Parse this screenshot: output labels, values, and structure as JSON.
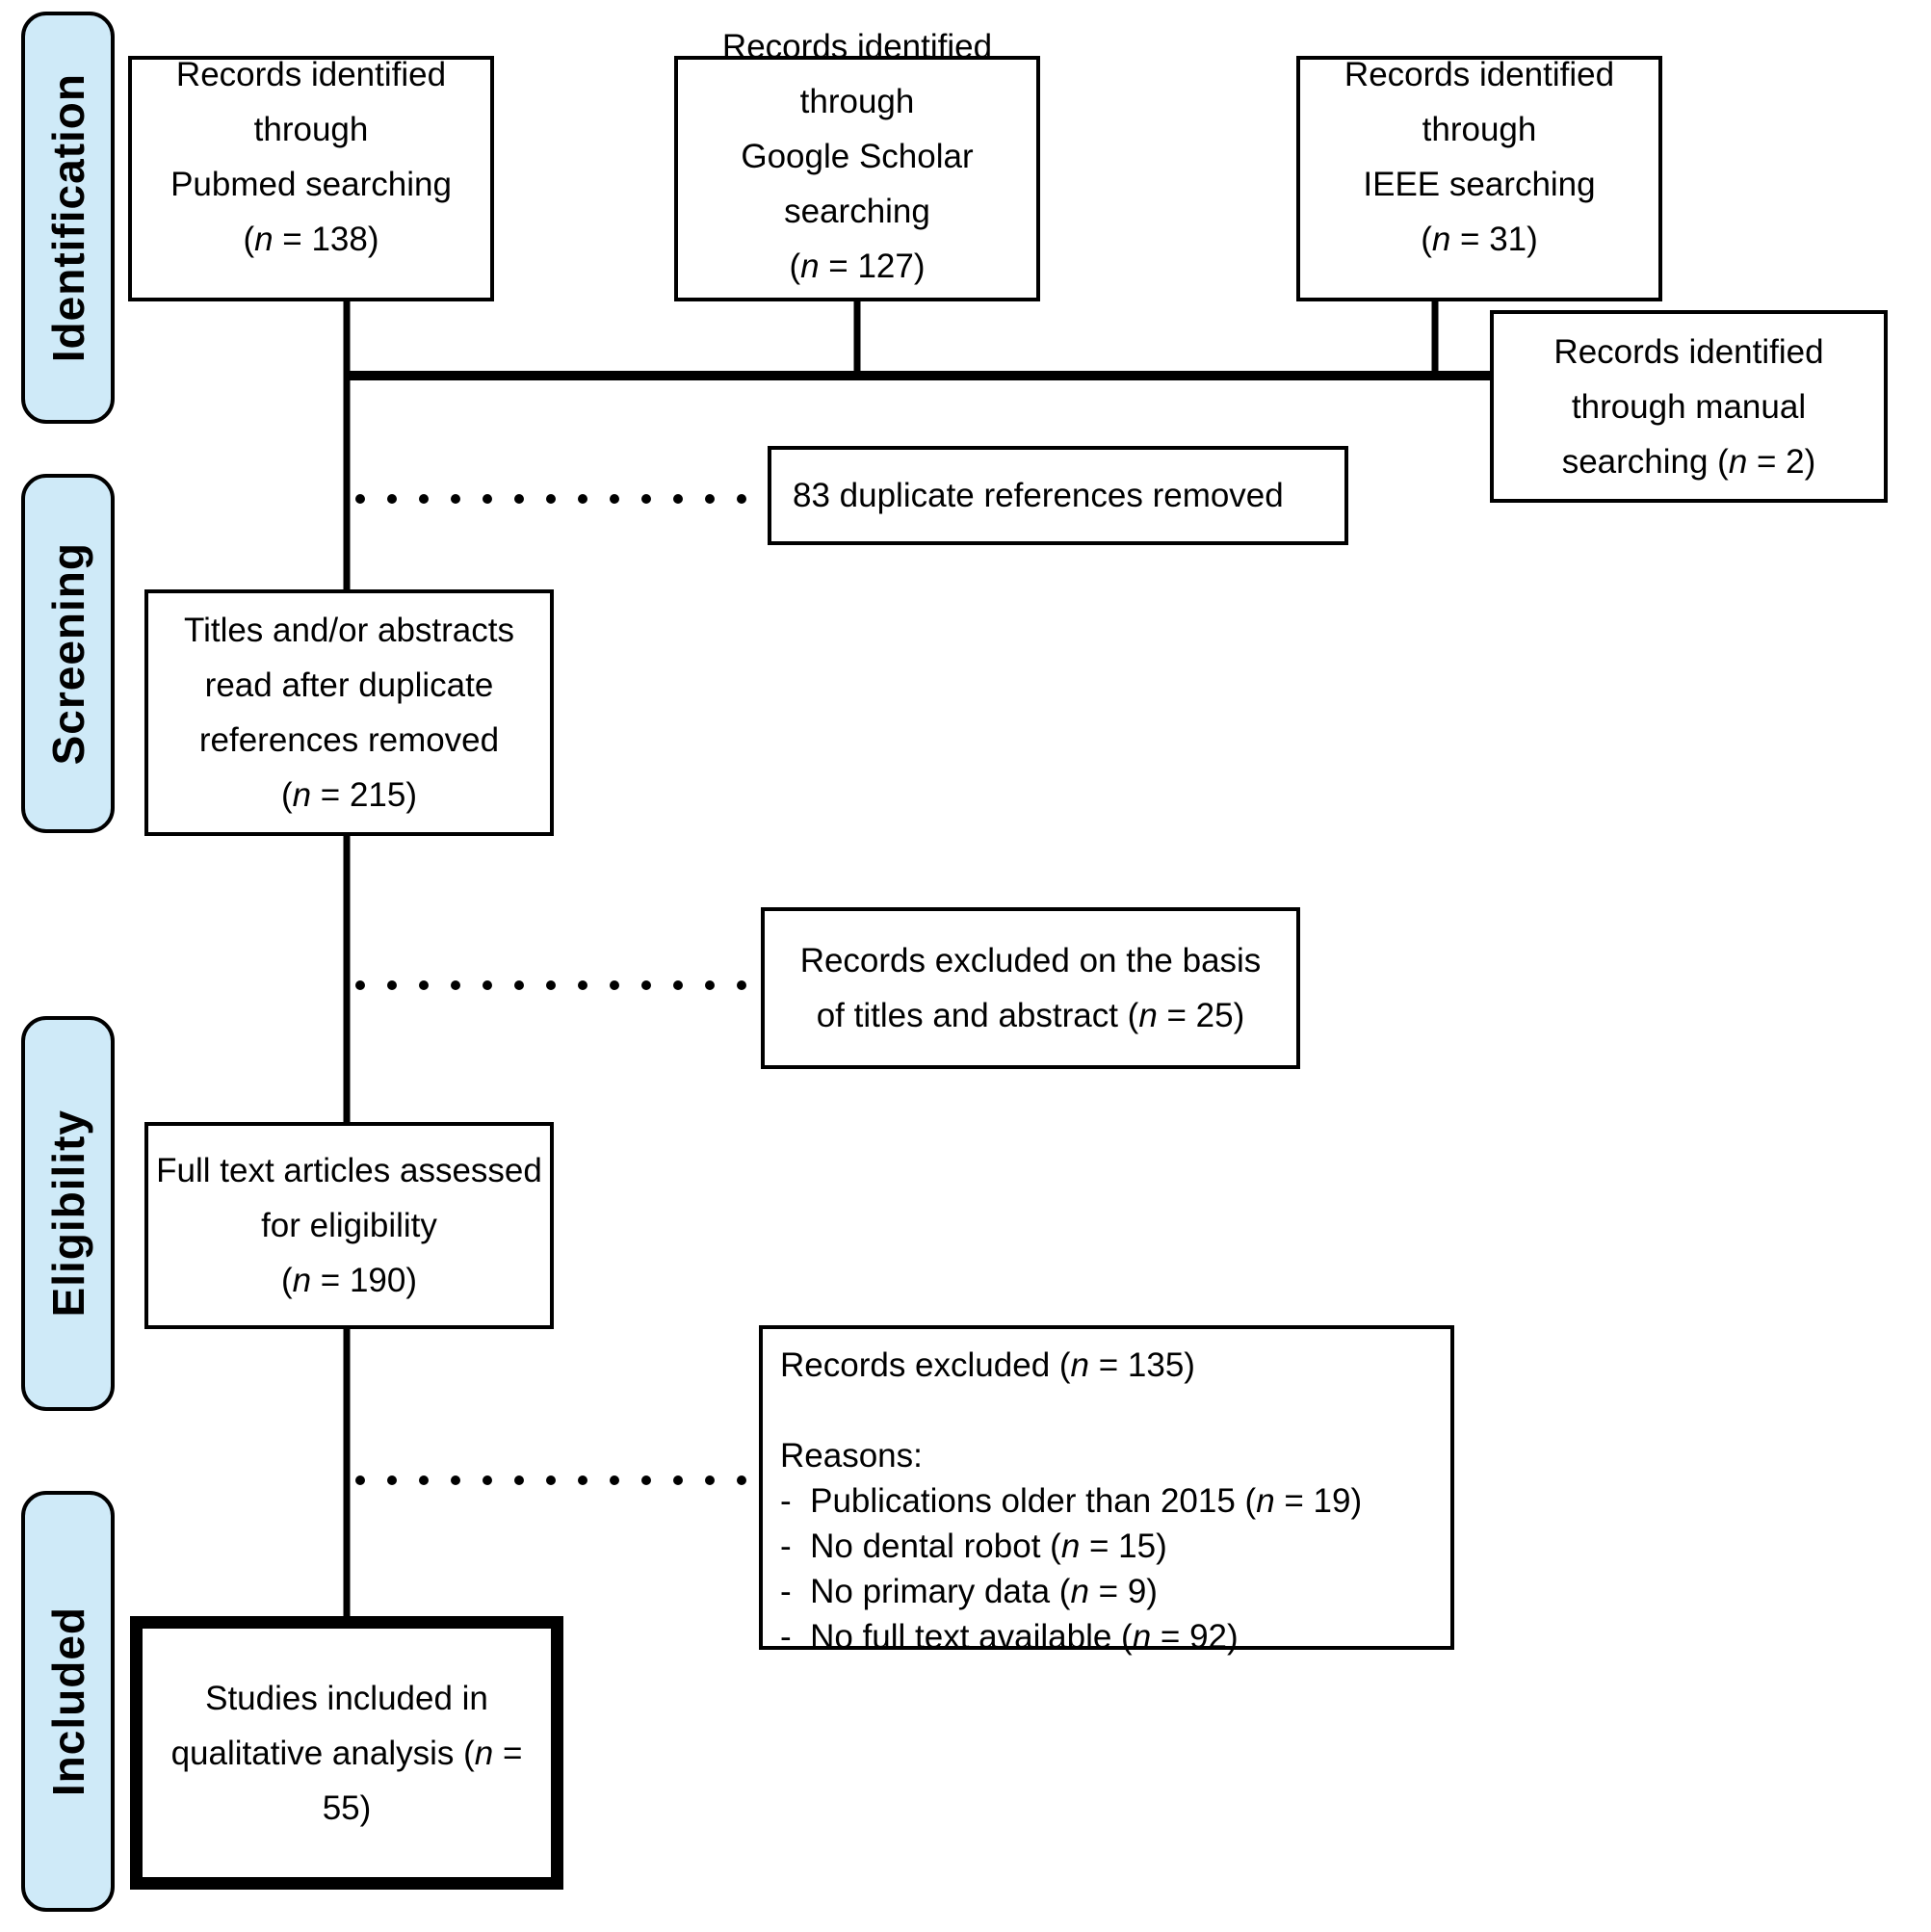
{
  "diagram": {
    "title_hint": "PRISMA flow diagram of study selection",
    "colors": {
      "stage_fill": "#cfeaf8",
      "line": "#000000",
      "box_bg": "#ffffff"
    },
    "sidebar": {
      "stages": [
        {
          "label": "Identification"
        },
        {
          "label": "Screening"
        },
        {
          "label": "Eligibility"
        },
        {
          "label": "Included"
        }
      ]
    },
    "boxes": {
      "pubmed": {
        "lines": [
          "Records identified through",
          "Pubmed searching",
          "(n = 138)"
        ]
      },
      "google_scholar": {
        "lines": [
          "Records identified through",
          "Google Scholar searching",
          "(n = 127)"
        ]
      },
      "ieee": {
        "lines": [
          "Records identified through",
          "IEEE searching",
          "(n = 31)"
        ]
      },
      "manual": {
        "lines": [
          "Records identified",
          "through manual",
          "searching (n = 2)"
        ]
      },
      "duplicates_removed": {
        "lines": [
          "83 duplicate references removed"
        ]
      },
      "titles_abstracts": {
        "lines": [
          "Titles and/or abstracts",
          "read after duplicate",
          "references removed",
          "(n = 215)"
        ]
      },
      "excluded_titles": {
        "lines": [
          "Records excluded on the basis",
          "of titles and abstract (n = 25)"
        ]
      },
      "full_text": {
        "lines": [
          "Full text articles assessed",
          "for eligibility",
          "(n = 190)"
        ]
      },
      "excluded_full_text": {
        "lines": [
          "Records excluded (n = 135)",
          "",
          "Reasons:",
          "-  Publications older than 2015 (n = 19)",
          "-  No dental robot (n = 15)",
          "-  No primary data (n = 9)",
          "-  No full text available (n = 92)"
        ]
      },
      "included_studies": {
        "lines": [
          "Studies included in",
          "qualitative analysis (n = 55)"
        ]
      }
    }
  }
}
